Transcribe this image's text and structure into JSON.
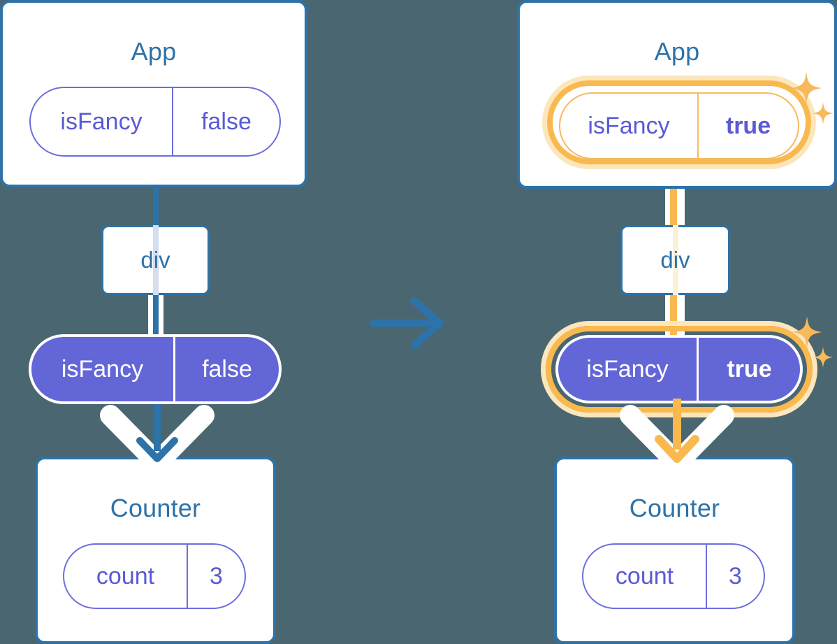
{
  "diagram": {
    "title": "React state lifted up re-render diagram",
    "background_color": "#4a6670",
    "transition_icon": "right-arrow-icon"
  },
  "colors": {
    "background": "#4a6670",
    "card_border_blue": "#2d72a8",
    "title_blue": "#2d72a8",
    "state_purple": "#5a5ad6",
    "props_pill_fill": "#6366d6",
    "highlight_amber": "#f9b94e",
    "highlight_glow": "#fce7bd",
    "connector_pale_blue": "#d5deef",
    "connector_pale_amber": "#fbf0d8",
    "white": "#ffffff"
  },
  "panels": [
    {
      "id": "before",
      "app_card": {
        "title": "App",
        "state_pill": {
          "key": "isFancy",
          "value": "false",
          "highlighted": false,
          "value_bold": false
        }
      },
      "div_node": {
        "label": "div",
        "highlighted": false
      },
      "props_pill": {
        "key": "isFancy",
        "value": "false",
        "highlighted": false,
        "value_bold": false
      },
      "counter_card": {
        "title": "Counter",
        "state_pill": {
          "key": "count",
          "value": "3",
          "highlighted": false,
          "value_bold": false
        }
      },
      "arrow_color": "#2d72a8",
      "sparkles": false
    },
    {
      "id": "after",
      "app_card": {
        "title": "App",
        "state_pill": {
          "key": "isFancy",
          "value": "true",
          "highlighted": true,
          "value_bold": true
        }
      },
      "div_node": {
        "label": "div",
        "highlighted": true
      },
      "props_pill": {
        "key": "isFancy",
        "value": "true",
        "highlighted": true,
        "value_bold": true
      },
      "counter_card": {
        "title": "Counter",
        "state_pill": {
          "key": "count",
          "value": "3",
          "highlighted": false,
          "value_bold": false
        }
      },
      "arrow_color": "#f9b94e",
      "sparkles": true,
      "sparkle_icons": [
        "sparkle-star-large-icon",
        "sparkle-star-small-icon"
      ]
    }
  ]
}
